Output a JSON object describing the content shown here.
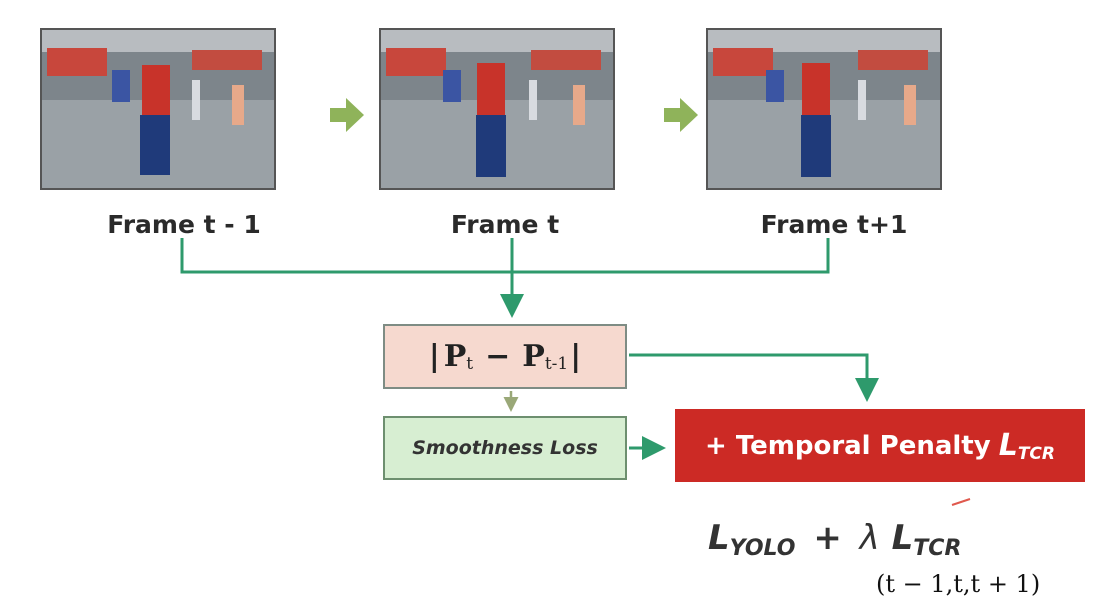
{
  "frames": [
    {
      "label": "Frame t - 1"
    },
    {
      "label": "Frame t"
    },
    {
      "label": "Frame t+1"
    }
  ],
  "diff_box": {
    "open": "|",
    "p_main": "P",
    "p_sub": "t",
    "minus": "−",
    "p2_sub": "t-1",
    "close": "|"
  },
  "smoothness_label": "Smoothness Loss",
  "penalty": {
    "prefix": "+ Temporal Penalty",
    "symbol": "L",
    "sub": "TCR"
  },
  "formula": {
    "l1": "L",
    "l1_sub": "YOLO",
    "plus": "+",
    "lambda": "λ",
    "l2": "L",
    "l2_sub": "TCR"
  },
  "range_text": "(t − 1,t,t + 1)",
  "colors": {
    "connector_green": "#2e9a6c",
    "frame_arrow_green": "#8fb35a",
    "penalty_red": "#cc2a25",
    "diff_fill": "#f6d9cf",
    "smooth_fill": "#d7eed2"
  }
}
